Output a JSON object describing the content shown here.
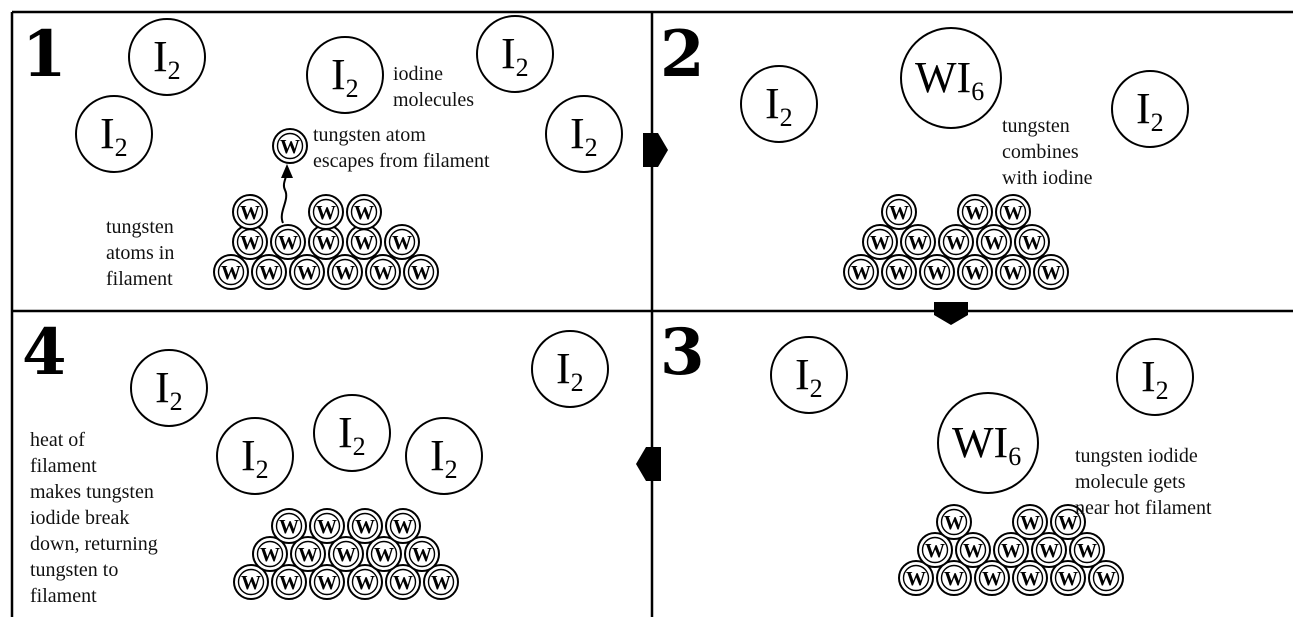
{
  "panels": [
    {
      "number": "1",
      "molecule_I": "I",
      "molecule_sub": "2",
      "labels": {
        "iodine": [
          "iodine",
          "molecules"
        ],
        "escape": [
          "tungsten atom",
          "escapes from filament"
        ],
        "filament": [
          "tungsten",
          "atoms in",
          "filament"
        ]
      }
    },
    {
      "number": "2",
      "molecule_W": "WI",
      "molecule_W_sub": "6",
      "labels": {
        "combine": [
          "tungsten",
          "combines",
          "with iodine"
        ]
      }
    },
    {
      "number": "3",
      "labels": {
        "near": [
          "tungsten iodide",
          "molecule gets",
          "near hot filament"
        ]
      }
    },
    {
      "number": "4",
      "labels": {
        "heat": [
          "heat of",
          "filament",
          "makes tungsten",
          "iodide break",
          "down, returning",
          "tungsten to",
          "filament"
        ]
      }
    }
  ],
  "atom_symbol": "W",
  "icons": {
    "arrow": "pentagon-arrow-icon",
    "atom": "tungsten-atom-icon",
    "molecule": "iodine-molecule-icon"
  },
  "colors": {
    "ink": "#000000",
    "paper": "#ffffff"
  }
}
